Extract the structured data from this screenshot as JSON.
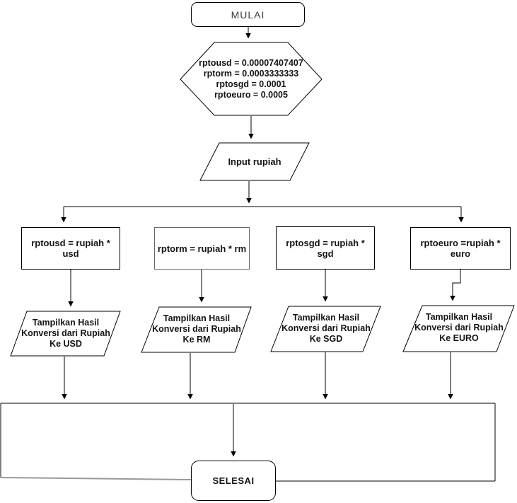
{
  "diagram": {
    "start": {
      "label": "MULAI"
    },
    "setup": {
      "lines": [
        "rptousd = 0.00007407407",
        "rptorm = 0.0003333333",
        "rptosgd = 0.0001",
        "rptoeuro = 0.0005"
      ]
    },
    "input": {
      "label": "Input rupiah"
    },
    "branches": [
      {
        "name": "usd",
        "formula": "rptousd = rupiah * usd",
        "output_lines": [
          "Tampilkan Hasil",
          "Konversi dari Rupiah",
          "Ke USD"
        ]
      },
      {
        "name": "rm",
        "formula": "rptorm = rupiah * rm",
        "output_lines": [
          "Tampilkan Hasil",
          "Konversi dari Rupiah",
          "Ke RM"
        ]
      },
      {
        "name": "sgd",
        "formula": "rptosgd = rupiah * sgd",
        "output_lines": [
          "Tampilkan Hasil",
          "Konversi dari Rupiah",
          "Ke SGD"
        ]
      },
      {
        "name": "euro",
        "formula": "rptoeuro =rupiah * euro",
        "output_lines": [
          "Tampilkan Hasil",
          "Konversi dari Rupiah",
          "Ke EURO"
        ]
      }
    ],
    "end": {
      "label": "SELESAI"
    },
    "colors": {
      "line": "#000000",
      "secondary_border": "#666666",
      "muted_line": "#999999",
      "text": "#141414",
      "background": "#ffffff"
    }
  }
}
